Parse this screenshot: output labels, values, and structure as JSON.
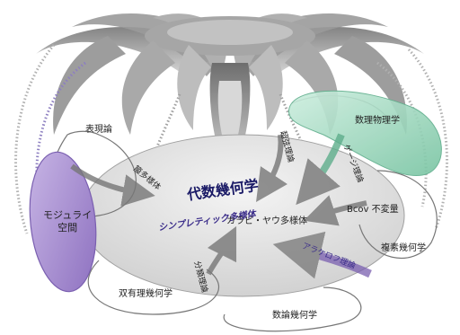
{
  "diagram": {
    "center_title": "代数幾何学",
    "symplectic": "シンプレティック多様体",
    "calabi_yau": "カラビ・ヤウ多様体",
    "bcov": "Bcov 不変量",
    "complex_geometry": "複素幾何学",
    "representation_theory": "表現論",
    "mathematical_physics": "数理物理学",
    "moduli_space": "モジュライ\n空間",
    "birational_geometry": "双有理幾何学",
    "arithmetic_geometry": "数論幾何学",
    "superstring_theory": "超弦理論",
    "gauge_theory": "ゲージ理論",
    "quiver_variety": "箙多様体",
    "classification_theory": "分類理論",
    "arakelov": "アラケロフ理論"
  },
  "colors": {
    "purple_region": "#9a7fc6",
    "green_region": "#7fc6a7",
    "grey_disc": "#dcdcdc",
    "tree": "#8a8a8a"
  }
}
